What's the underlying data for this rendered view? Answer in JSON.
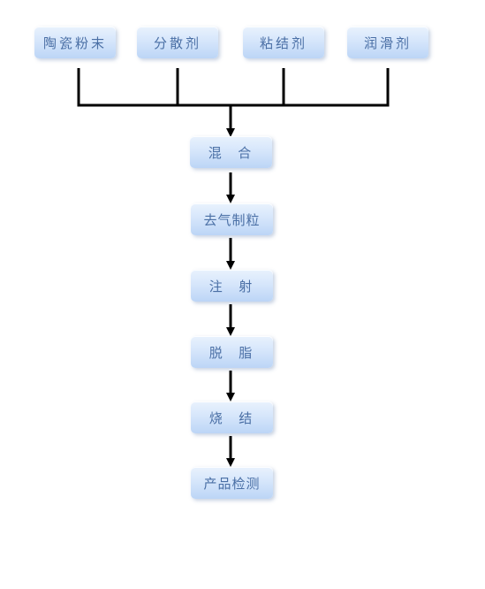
{
  "inputs": [
    {
      "label": "陶瓷粉末"
    },
    {
      "label": "分散剂"
    },
    {
      "label": "粘结剂"
    },
    {
      "label": "润滑剂"
    }
  ],
  "steps": [
    {
      "label": "混  合"
    },
    {
      "label": "去气制粒"
    },
    {
      "label": "注  射"
    },
    {
      "label": "脱  脂"
    },
    {
      "label": "烧  结"
    },
    {
      "label": "产品检测"
    }
  ],
  "colors": {
    "box_text": "#4a6fa5",
    "box_fill_top": "#e9f2fd",
    "box_fill_bottom": "#bcd5f6",
    "connector": "#000000"
  }
}
